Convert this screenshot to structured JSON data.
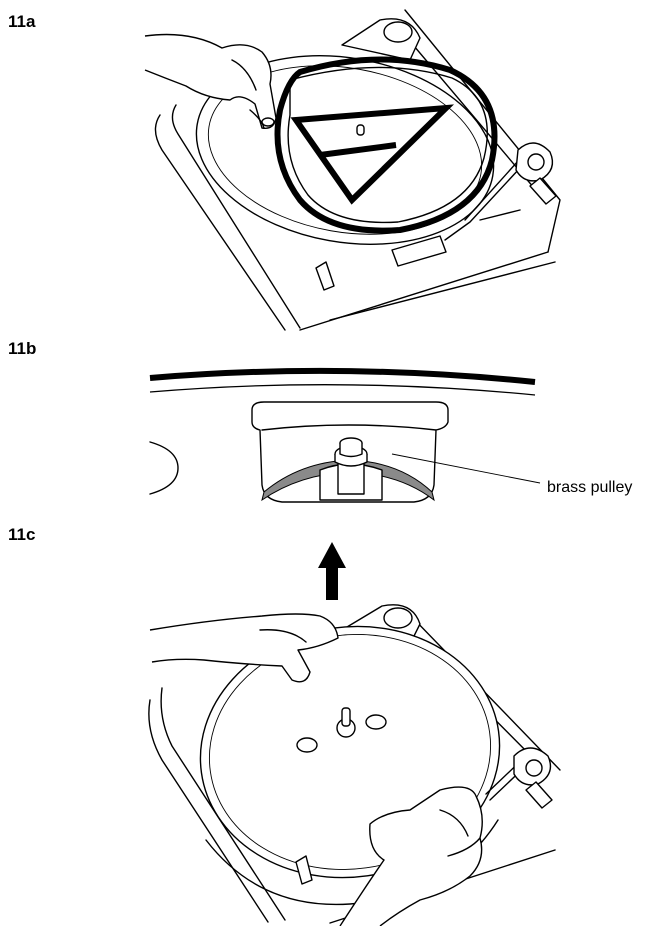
{
  "figures": [
    {
      "id": "11a"
    },
    {
      "id": "11b",
      "callout": "brass pulley"
    },
    {
      "id": "11c"
    }
  ]
}
